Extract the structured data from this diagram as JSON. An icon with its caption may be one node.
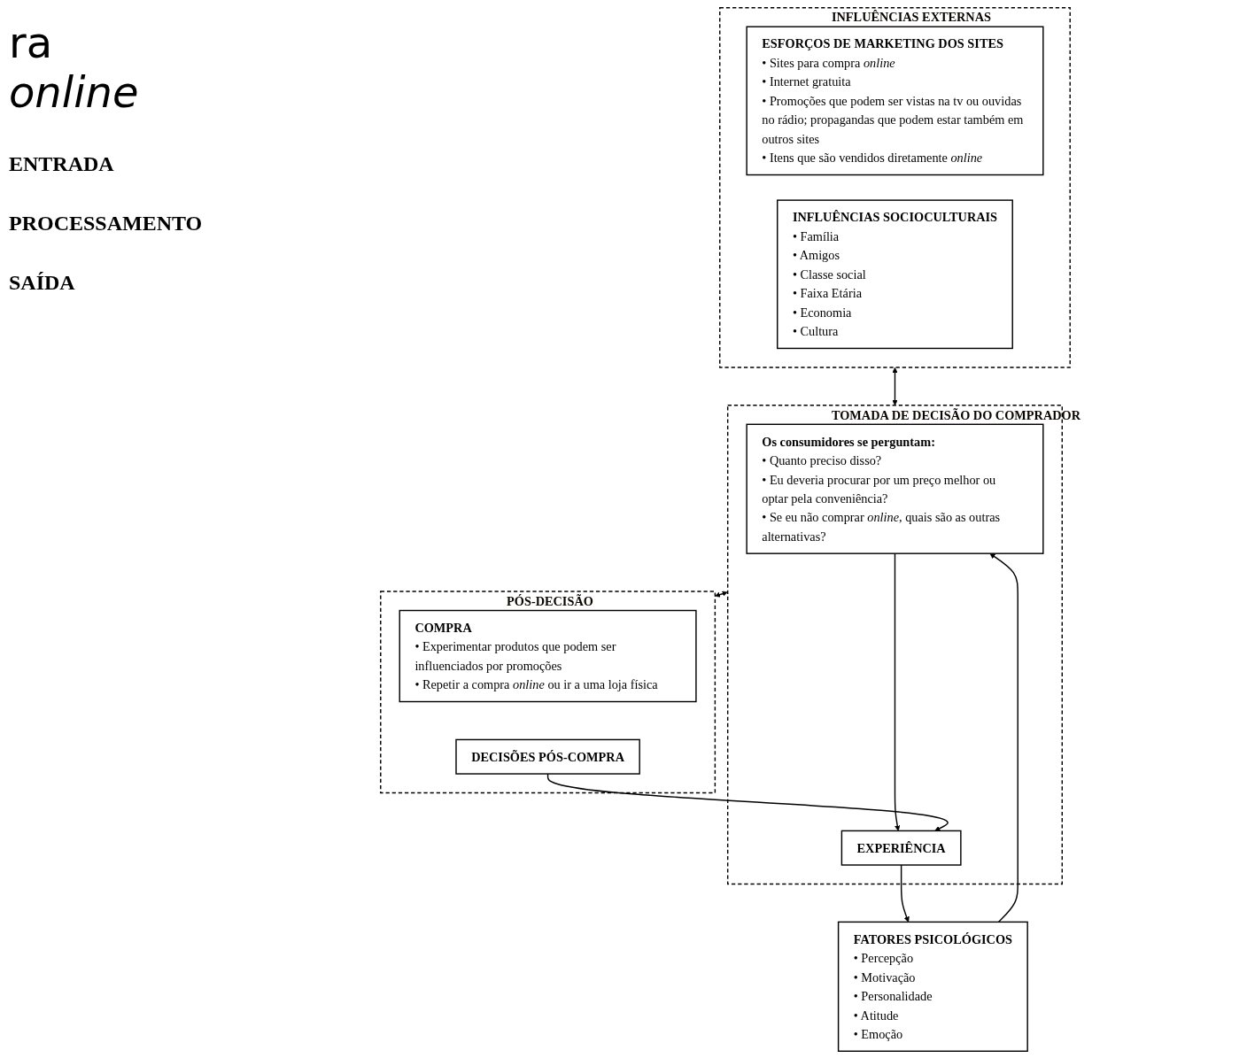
{
  "diagram": {
    "nodes": [
      {
        "text": [
          "INFLUÊNCIAS EXTERNAS"
        ]
      },
      {
        "text": [
          "ESFORÇOS DE MARKETING DOS SITES",
          "• Sites para compra *online*",
          "• Internet gratuita",
          "• Promoções que podem ser vistas na tv ou ouvidas no rádio; propagandas que podem estar também em outros sites",
          "• Itens que são vendidos diretamente *online*"
        ],
        "in": 0
      },
      {
        "text": [
          "INFLUÊNCIAS SOCIOCULTURAIS",
          "• Família",
          "• Amigos",
          "• Classe social",
          "• Faixa Etária",
          "• Economia",
          "• Cultura"
        ],
        "in": 0
      },
      {
        "text": [
          "TOMADA DE DECISÃO DO COMPRADOR"
        ]
      },
      {
        "text": [
          "FATORES PSICOLÓGICOS",
          "• Percepção",
          "• Motivação",
          "• Personalidade",
          "• Atitude",
          "• Emoção"
        ]
      },
      {
        "text": [
          "Os consumidores se perguntam:",
          "• Quanto preciso disso?",
          "• Eu deveria procurar por um preço melhor ou optar pela conveniência?",
          "• Se eu não comprar *online*, quais são as outras alternativas?"
        ],
        "in": 3
      },
      {
        "text": [
          "EXPERIÊNCIA"
        ],
        "in": 3
      },
      {
        "text": [
          "PÓS-DECISÃO"
        ]
      },
      {
        "text": [
          "COMPRA",
          "• Experimentar produtos que podem ser influenciados por promoções",
          "• Repetir a compra *online* ou ir a uma loja física"
        ],
        "in": 7
      },
      {
        "text": [
          "DECISÕES PÓS-COMPRA"
        ],
        "in": 7
      }
    ],
    "edges": [
      {
        "from": 0,
        "to": 3,
        "arrow": "both"
      },
      {
        "from": 4,
        "to": 5,
        "arrow": "to"
      },
      {
        "from": 6,
        "to": 4,
        "arrow": "to"
      },
      {
        "from": 5,
        "to": 6,
        "arrow": "to"
      },
      {
        "from": 9,
        "to": 6,
        "arrow": "to"
      },
      {
        "from": 3,
        "to": 7,
        "arrow": "both"
      }
    ],
    "labels": [
      "ra *online*",
      "ENTRADA",
      "PROCESSAMENTO",
      "SAÍDA"
    ]
  }
}
